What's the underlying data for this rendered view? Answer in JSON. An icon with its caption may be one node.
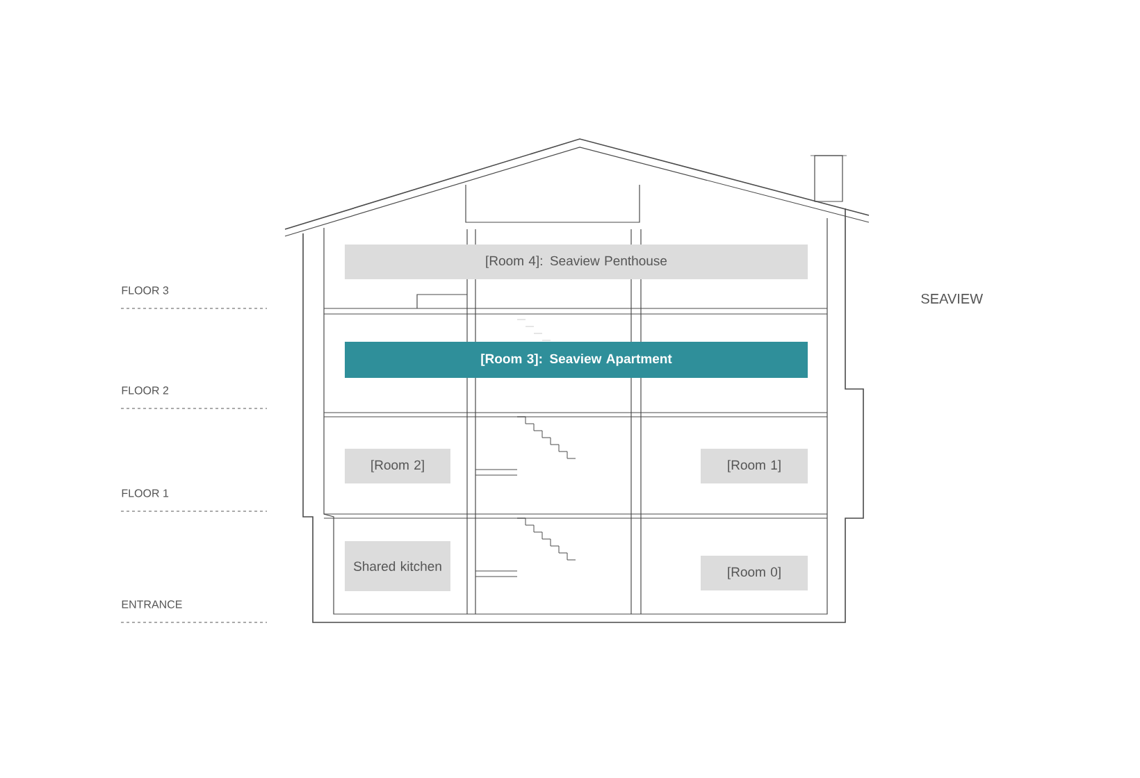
{
  "diagram": {
    "nodes": [
      {
        "text": [
          "[Room 4]: Seaview Penthouse"
        ]
      },
      {
        "text": [
          "[Room 3]: Seaview Apartment"
        ]
      },
      {
        "text": [
          "[Room 2]"
        ]
      },
      {
        "text": [
          "[Room 1]"
        ]
      },
      {
        "text": [
          "Shared kitchen"
        ]
      },
      {
        "text": [
          "[Room 0]"
        ]
      }
    ],
    "labels": [
      "FLOOR 3",
      "FLOOR 2",
      "FLOOR 1",
      "ENTRANCE",
      "SEAVIEW"
    ]
  }
}
